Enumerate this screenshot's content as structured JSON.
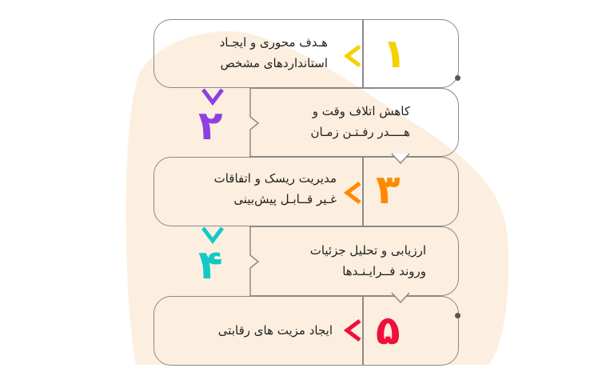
{
  "steps": [
    {
      "number": "۱",
      "text_line1": "هـدف محوری و ایجـاد",
      "text_line2": "استانداردهای مشخص",
      "color": "#f7d000"
    },
    {
      "number": "۲",
      "text_line1": "کاهش اتلاف وقت و",
      "text_line2": "هــــدر رفـتـن زمـان",
      "color": "#8e3fe0"
    },
    {
      "number": "۳",
      "text_line1": "مدیریت ریسک و اتفاقات",
      "text_line2": "غـیر قــابـل پیش‌بینی",
      "color": "#ff8a00"
    },
    {
      "number": "۴",
      "text_line1": "ارزیابی و تحلیل جزئیات",
      "text_line2": "وروند فــرایـنـدها",
      "color": "#14c8c8"
    },
    {
      "number": "۵",
      "text_line1": "ایجاد مزیت های رقابتی",
      "color": "#f0103c"
    }
  ],
  "colors": {
    "blob": "#fcefdf",
    "border": "#8a8a8a"
  }
}
